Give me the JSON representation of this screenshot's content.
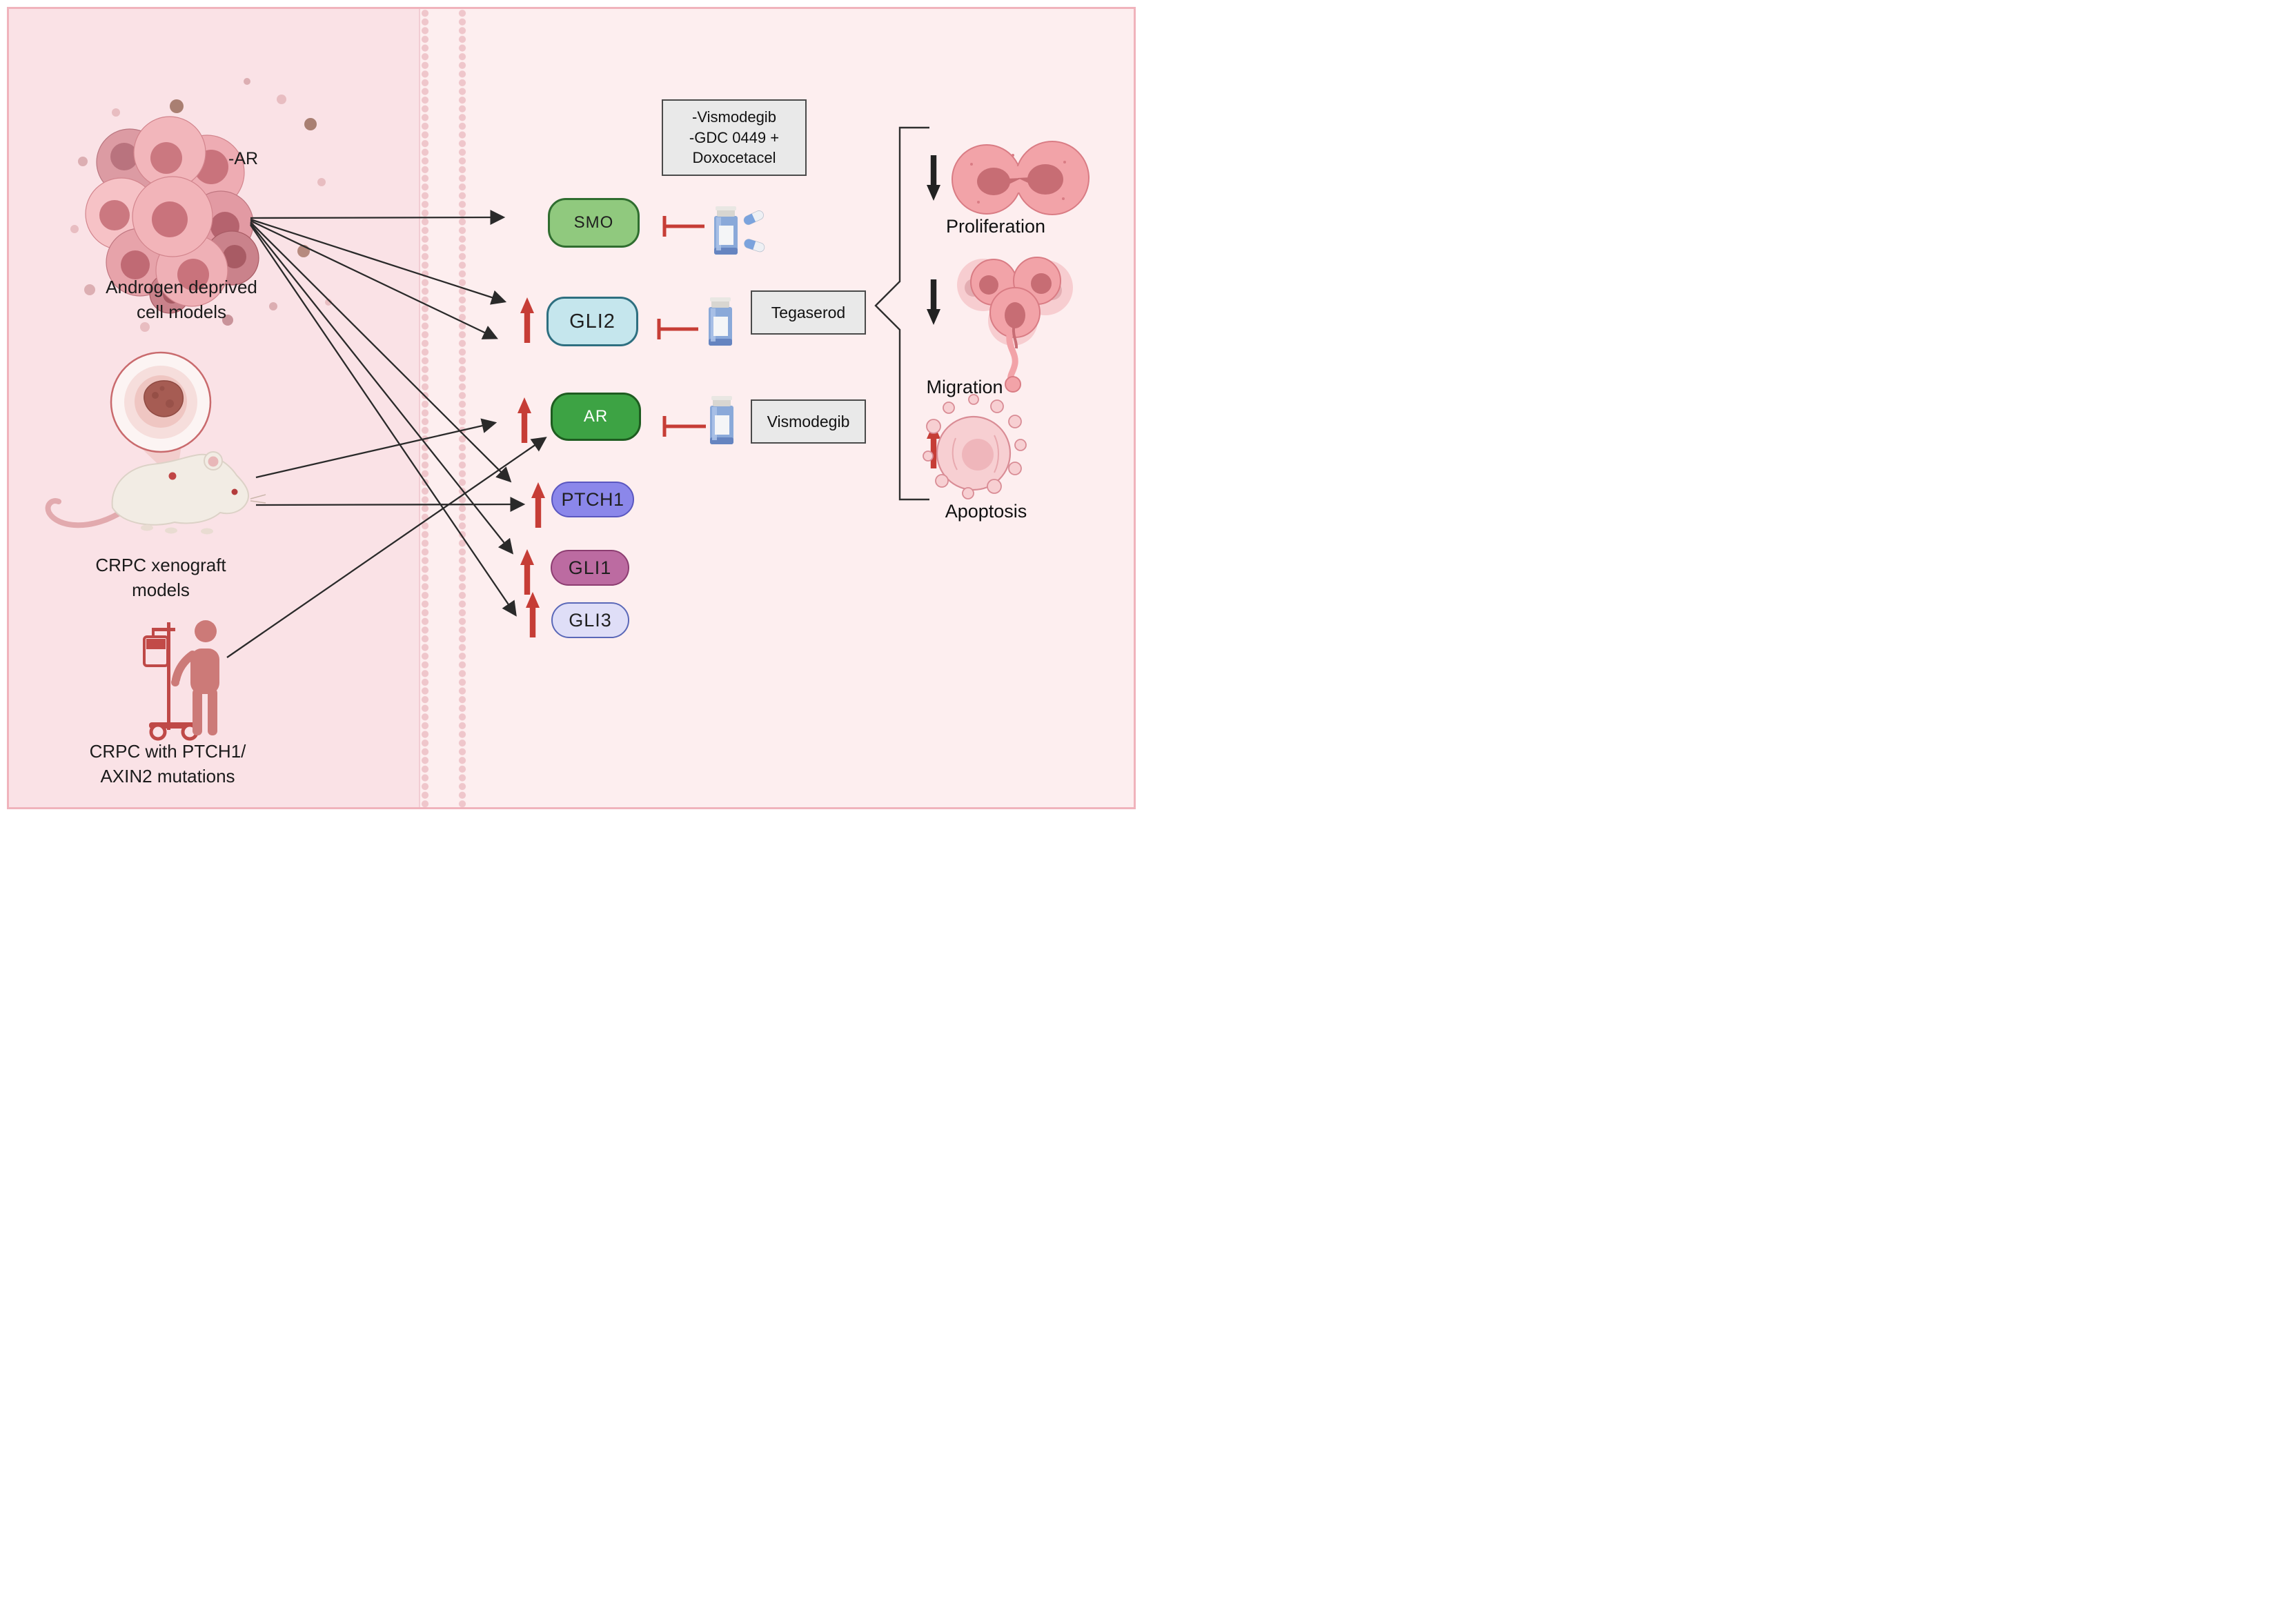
{
  "left_panel": {
    "sources": [
      {
        "name": "androgen-deprived-cell-models",
        "caption": [
          "Androgen deprived",
          "cell models"
        ],
        "annotation": "-AR",
        "icon": "cell-cluster-icon"
      },
      {
        "name": "crpc-xenograft-models",
        "caption": [
          "CRPC xenograft",
          "models"
        ],
        "icon": "mouse-tumor-magnifier-icon"
      },
      {
        "name": "crpc-ptch1-axin2-mutations",
        "caption": [
          "CRPC with PTCH1/",
          "AXIN2 mutations"
        ],
        "icon": "patient-iv-pole-icon"
      }
    ]
  },
  "membrane": {
    "style": "beaded-double-strand",
    "bead_color": "#efc6cb"
  },
  "genes": [
    {
      "label": "SMO",
      "fill": "#90c97e",
      "border": "#2f6d2f",
      "text": "#1f1f1f",
      "regulation": null
    },
    {
      "label": "GLI2",
      "fill": "#c5e6ed",
      "border": "#2e6f80",
      "text": "#1f1f1f",
      "regulation": "up"
    },
    {
      "label": "AR",
      "fill": "#3da344",
      "border": "#1e5c20",
      "text": "#ffffff",
      "regulation": "up"
    },
    {
      "label": "PTCH1",
      "fill": "#8b87ea",
      "border": "#5a57c0",
      "text": "#1f1f1f",
      "regulation": "up"
    },
    {
      "label": "GLI1",
      "fill": "#bc6ba1",
      "border": "#8c3d71",
      "text": "#1f1f1f",
      "regulation": "up"
    },
    {
      "label": "GLI3",
      "fill": "#dfdef7",
      "border": "#5a68b8",
      "text": "#1f1f1f",
      "regulation": "up"
    }
  ],
  "inhibitors": {
    "smo_drugs": {
      "lines": [
        "-Vismodegib",
        "-GDC 0449 +",
        "Doxocetacel"
      ],
      "target": "SMO",
      "icon": "pill-bottle-capsules-icon"
    },
    "gli2_drug": {
      "label": "Tegaserod",
      "target": "GLI2",
      "icon": "pill-bottle-icon"
    },
    "ar_drug": {
      "label": "Vismodegib",
      "target": "AR",
      "icon": "pill-bottle-icon"
    }
  },
  "outcomes": [
    {
      "label": "Proliferation",
      "change": "decrease",
      "arrow_color": "#222222",
      "icon": "dividing-cell-icon"
    },
    {
      "label": "Migration",
      "change": "decrease",
      "arrow_color": "#222222",
      "icon": "migrating-cells-icon"
    },
    {
      "label": "Apoptosis",
      "change": "increase",
      "arrow_color": "#c63d36",
      "icon": "apoptotic-cell-icon"
    }
  ],
  "edges": [
    {
      "from": "Androgen deprived cell models",
      "to": "SMO"
    },
    {
      "from": "Androgen deprived cell models",
      "to": "GLI2"
    },
    {
      "from": "Androgen deprived cell models",
      "to": "GLI2"
    },
    {
      "from": "Androgen deprived cell models",
      "to": "PTCH1"
    },
    {
      "from": "Androgen deprived cell models",
      "to": "GLI1"
    },
    {
      "from": "Androgen deprived cell models",
      "to": "GLI3"
    },
    {
      "from": "CRPC xenograft models",
      "to": "AR"
    },
    {
      "from": "CRPC xenograft models",
      "to": "PTCH1"
    },
    {
      "from": "CRPC with PTCH1/AXIN2 mutations",
      "to": "AR"
    }
  ],
  "colors": {
    "canvas_left": "#fae2e6",
    "canvas_right": "#fdeeef",
    "canvas_border": "#f0b3bc",
    "membrane_bead": "#efc6cb",
    "inhibition_red": "#c63d36",
    "up_arrow_red": "#c63d36",
    "black_arrow": "#2a2a2a",
    "bracket": "#2f2f2f",
    "drug_box_bg": "#e9e9e9",
    "drug_box_border": "#4a4a4a"
  }
}
